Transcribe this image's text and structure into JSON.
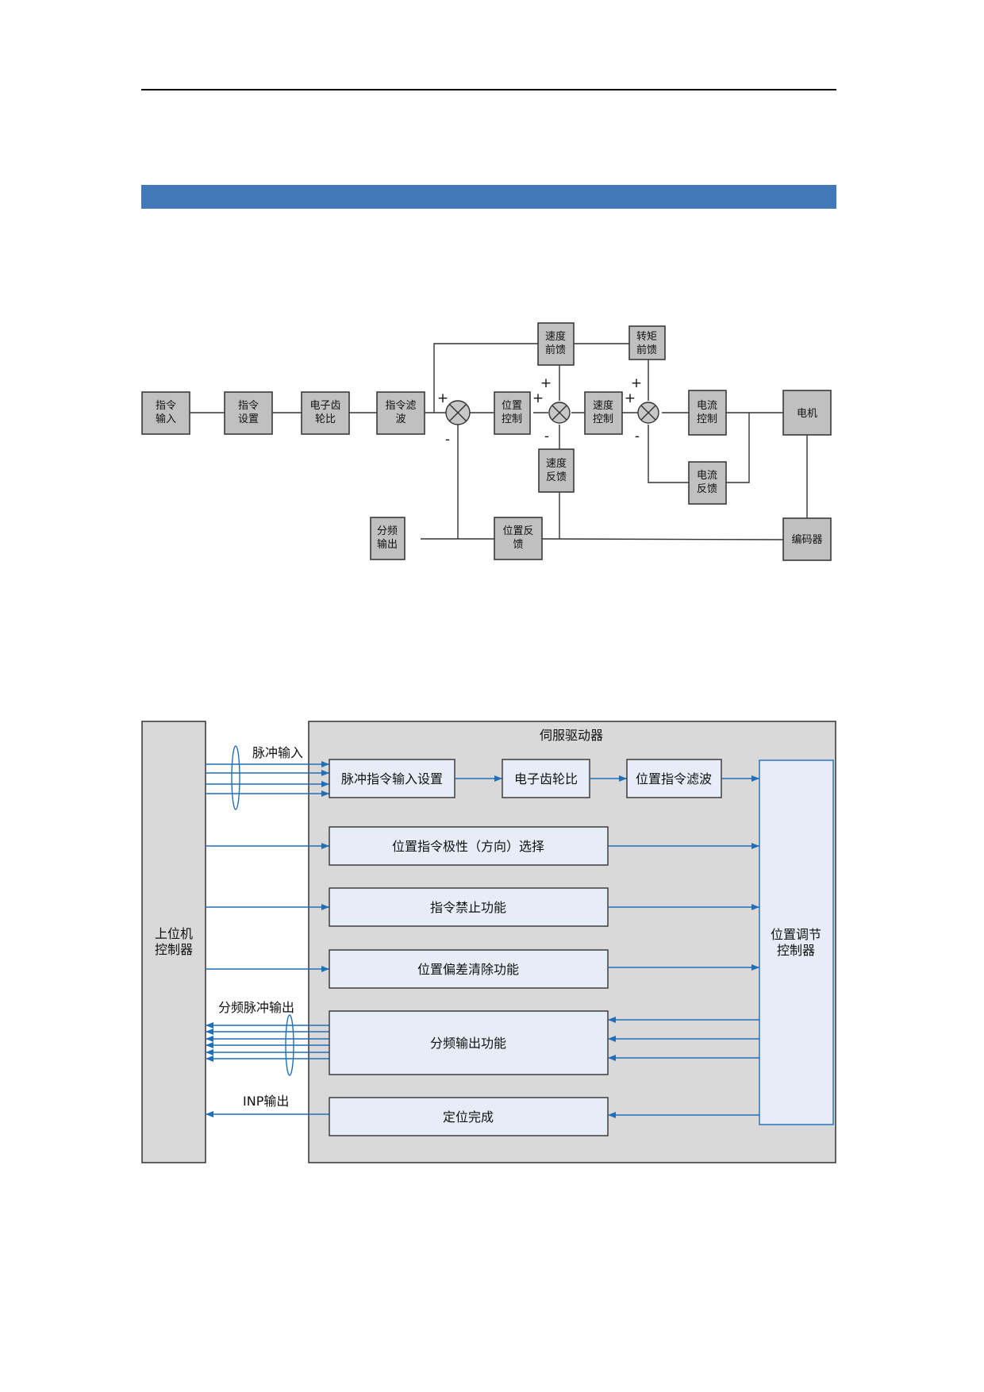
{
  "page": {
    "accent_color": "#4178b8",
    "section_bar_text": ""
  },
  "diagram1": {
    "boxes": {
      "cmd_input": [
        "指令",
        "输入"
      ],
      "cmd_setting": [
        "指令",
        "设置"
      ],
      "egear": [
        "电子齿",
        "轮比"
      ],
      "cmd_filter": [
        "指令滤",
        "波"
      ],
      "pos_ctrl": [
        "位置",
        "控制"
      ],
      "spd_ff": [
        "速度",
        "前馈"
      ],
      "trq_ff": [
        "转矩",
        "前馈"
      ],
      "spd_ctrl": [
        "速度",
        "控制"
      ],
      "cur_ctrl": [
        "电流",
        "控制"
      ],
      "motor": [
        "电机"
      ],
      "spd_fb": [
        "速度",
        "反馈"
      ],
      "cur_fb": [
        "电流",
        "反馈"
      ],
      "div_out": [
        "分频",
        "输出"
      ],
      "pos_fb": [
        "位置反",
        "馈"
      ],
      "encoder": [
        "编码器"
      ]
    },
    "signs": {
      "plus": "+",
      "minus": "-"
    }
  },
  "diagram2": {
    "host": [
      "上位机",
      "控制器"
    ],
    "servo_title": "伺服驱动器",
    "pulse_input_label": "脉冲输入",
    "pulse_cmd_setting": "脉冲指令输入设置",
    "egear": "电子齿轮比",
    "pos_cmd_filter": "位置指令滤波",
    "polarity_select": "位置指令极性（方向）选择",
    "cmd_inhibit": "指令禁止功能",
    "deviation_clear": "位置偏差清除功能",
    "div_pulse_output_label": "分频脉冲输出",
    "div_output_function": "分频输出功能",
    "inp_output_label": "INP输出",
    "positioning_complete": "定位完成",
    "pos_controller": [
      "位置调节",
      "控制器"
    ],
    "line_color": "#1f6fb8",
    "box_fill": "#e6edf7",
    "container_fill": "#d9d9d9"
  }
}
